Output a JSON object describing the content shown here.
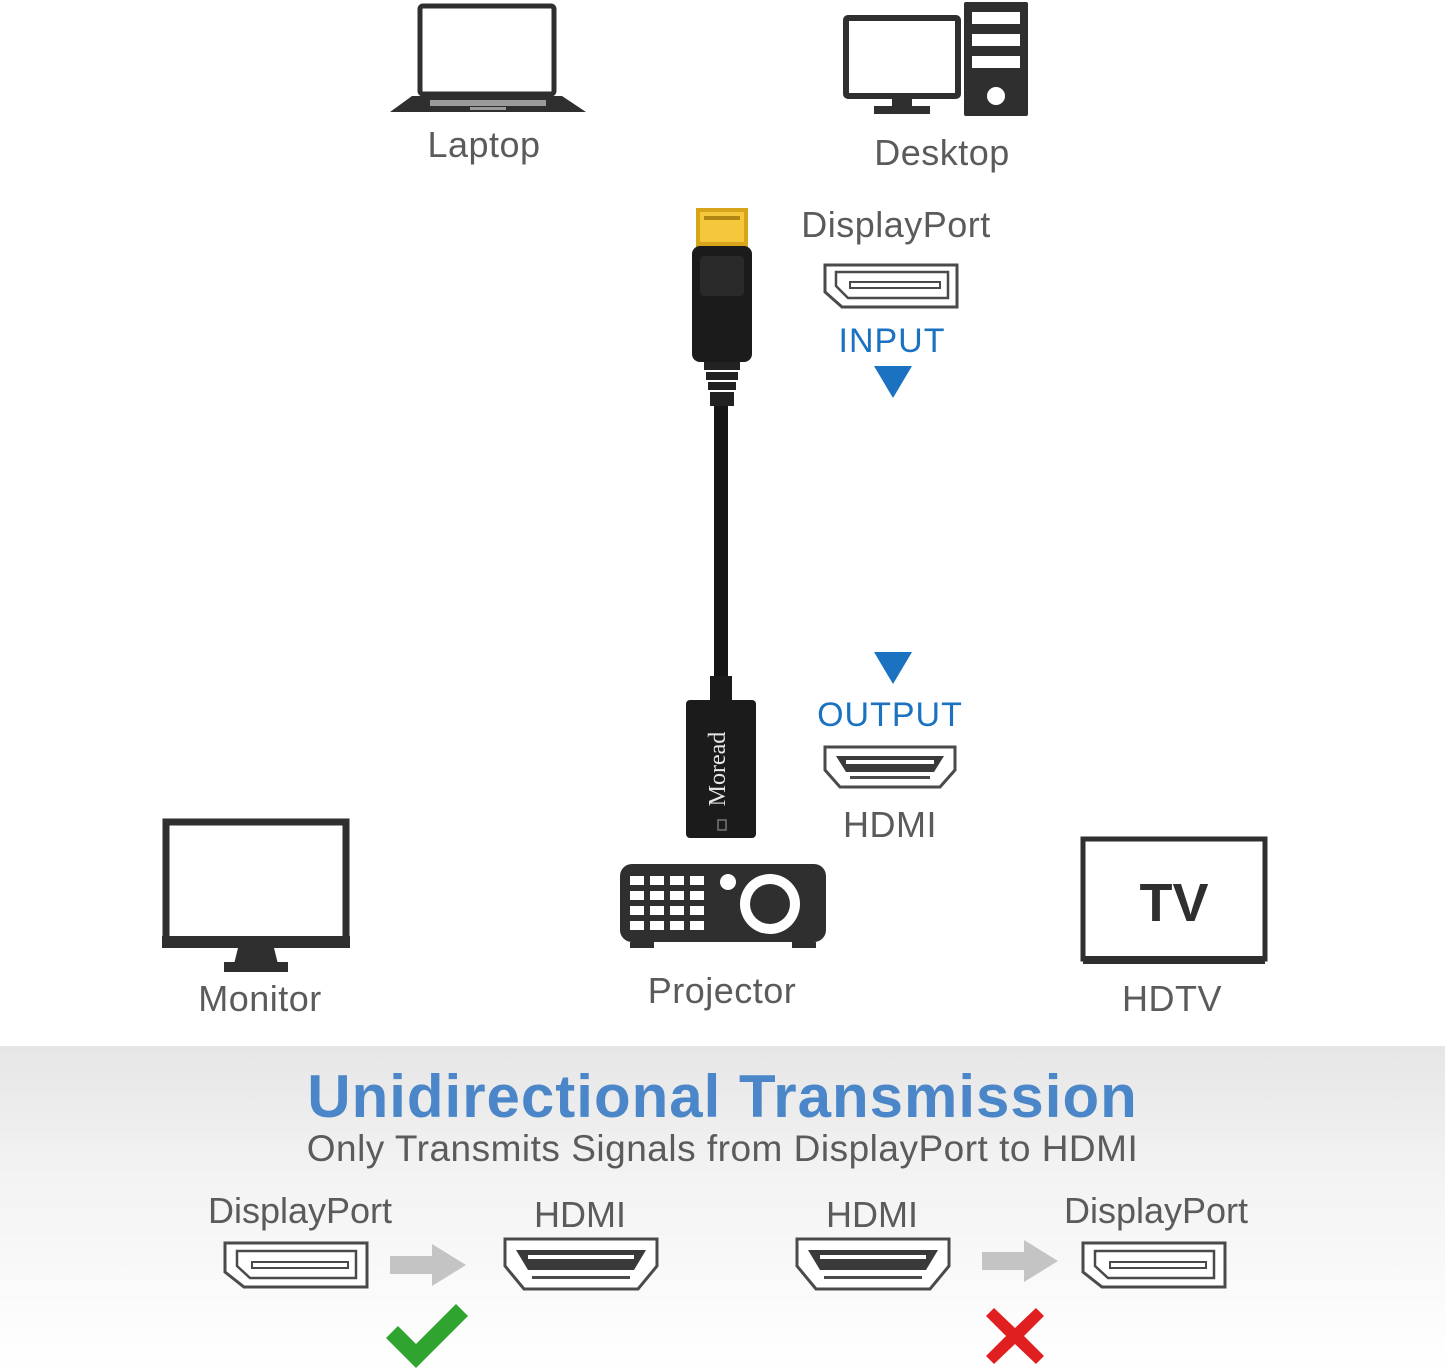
{
  "devices": {
    "laptop": "Laptop",
    "desktop": "Desktop",
    "monitor": "Monitor",
    "projector": "Projector",
    "hdtv": "HDTV",
    "tv_screen_text": "TV"
  },
  "adapter": {
    "input_port": "DisplayPort",
    "input_label": "INPUT",
    "output_label": "OUTPUT",
    "output_port": "HDMI",
    "brand": "Moread"
  },
  "transmission": {
    "title": "Unidirectional Transmission",
    "subtitle": "Only Transmits Signals from DisplayPort to HDMI",
    "valid": {
      "from": "DisplayPort",
      "to": "HDMI"
    },
    "invalid": {
      "from": "HDMI",
      "to": "DisplayPort"
    }
  },
  "colors": {
    "accent_blue": "#1a72c0",
    "title_blue": "#4a86c8",
    "check_green": "#2fa52f",
    "cross_red": "#e02020"
  }
}
